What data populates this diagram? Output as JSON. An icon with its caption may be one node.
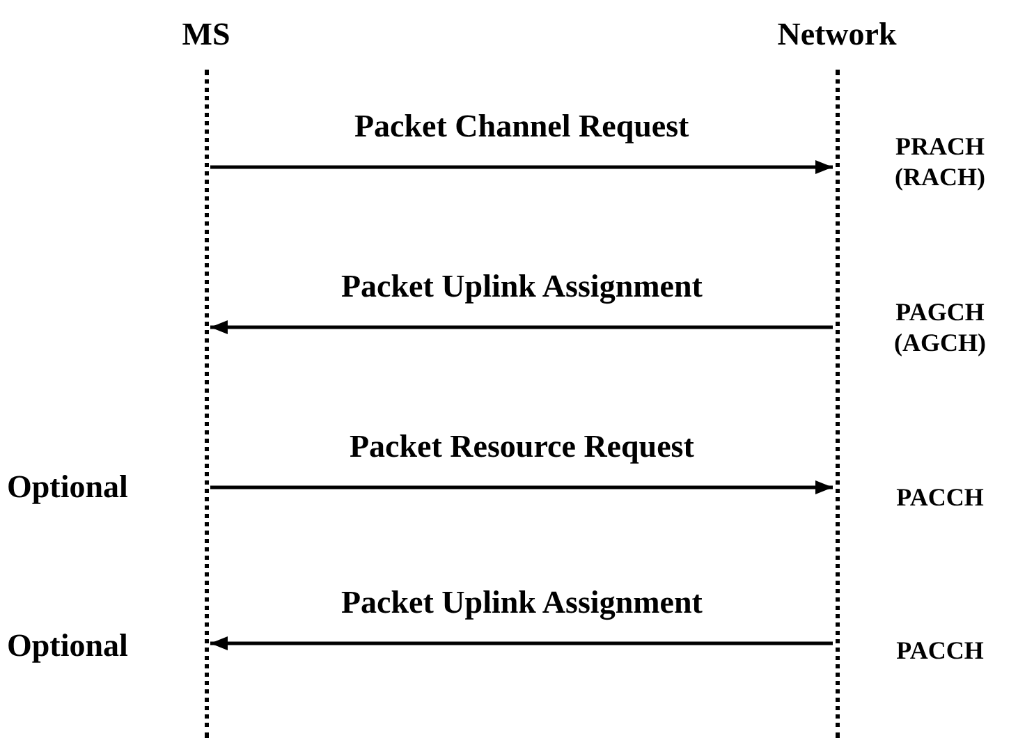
{
  "diagram": {
    "nodes": [
      {
        "text": [
          "MS"
        ]
      },
      {
        "text": [
          "Network"
        ]
      }
    ],
    "edges": [
      {
        "from": 0,
        "to": 1,
        "arrow": "to",
        "label": "Packet Channel Request"
      },
      {
        "from": 1,
        "to": 0,
        "arrow": "to",
        "label": "Packet Uplink Assignment"
      },
      {
        "from": 0,
        "to": 1,
        "arrow": "to",
        "label": "Packet Resource Request"
      },
      {
        "from": 1,
        "to": 0,
        "arrow": "to",
        "label": "Packet Uplink Assignment"
      }
    ],
    "labels": [
      "PRACH (RACH)",
      "PAGCH (AGCH)",
      "Optional",
      "PACCH",
      "Optional",
      "PACCH"
    ]
  }
}
